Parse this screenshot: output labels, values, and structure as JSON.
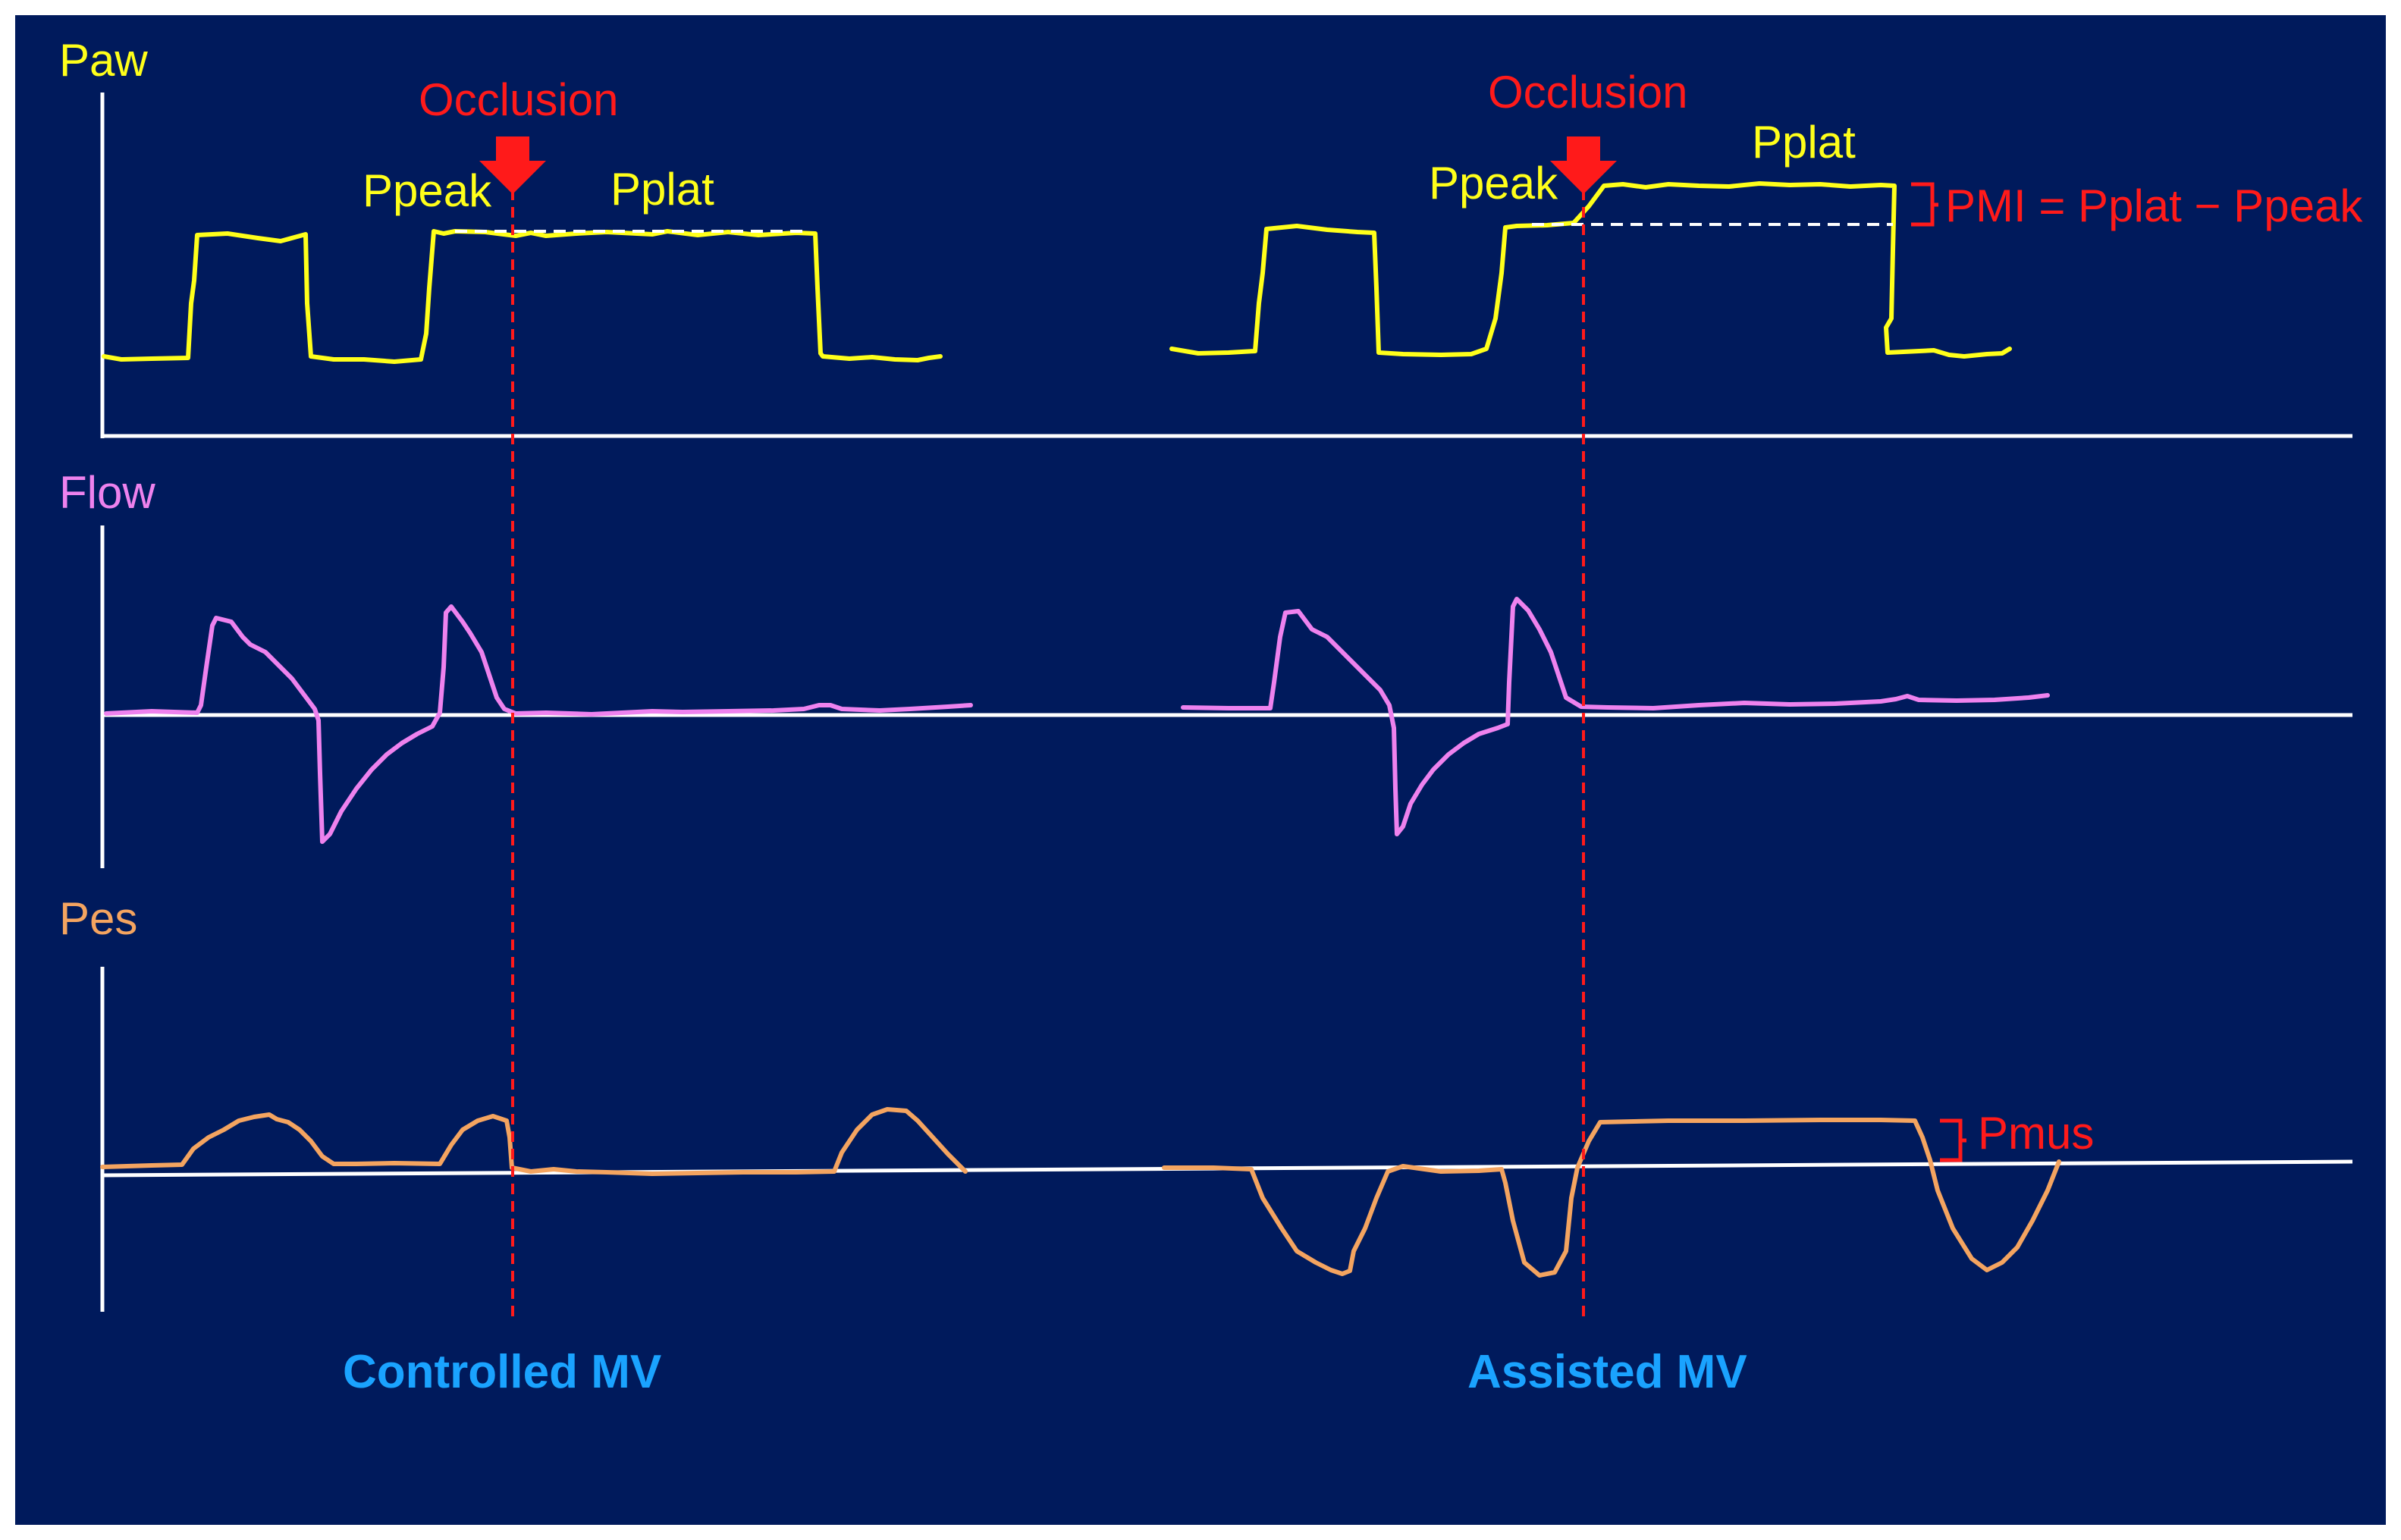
{
  "colors": {
    "background": "#001a5c",
    "axis": "#ffffff",
    "paw": "#ffff1a",
    "flow": "#ee82ee",
    "pes": "#f4a460",
    "occlusion": "#ff1a1a",
    "caption": "#1aa3ff"
  },
  "panels": {
    "paw_label": "Paw",
    "flow_label": "Flow",
    "pes_label": "Pes"
  },
  "controlled": {
    "occlusion_label": "Occlusion",
    "ppeak_label": "Ppeak",
    "pplat_label": "Pplat",
    "caption": "Controlled MV"
  },
  "assisted": {
    "occlusion_label": "Occlusion",
    "ppeak_label": "Ppeak",
    "pplat_label": "Pplat",
    "pmi_label": "PMI = Pplat − Ppeak",
    "pmus_label": "Pmus",
    "caption": "Assisted MV"
  },
  "icons": {
    "occlusion_marker": "red-down-arrow-icon",
    "bracket": "red-bracket-icon"
  }
}
